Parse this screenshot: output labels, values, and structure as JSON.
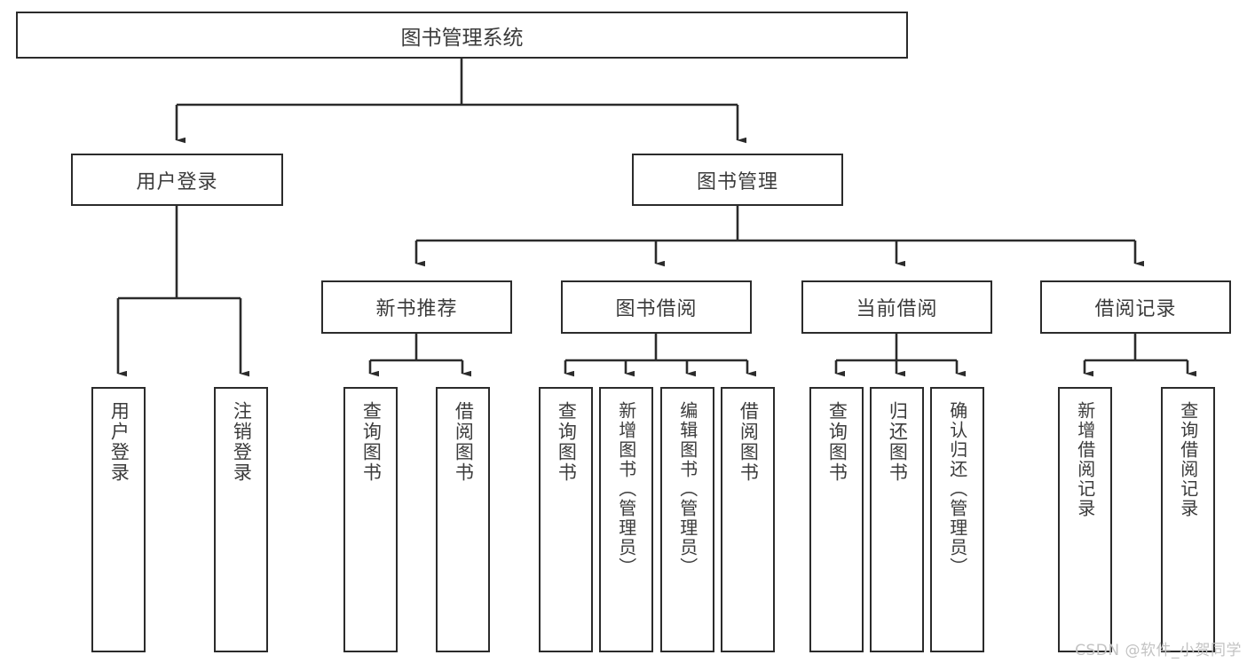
{
  "diagram": {
    "title": "图书管理系统",
    "type": "tree-hierarchy-diagram",
    "root": {
      "label": "图书管理系统"
    },
    "level1": [
      {
        "label": "用户登录"
      },
      {
        "label": "图书管理"
      }
    ],
    "level2": [
      {
        "label": "新书推荐"
      },
      {
        "label": "图书借阅"
      },
      {
        "label": "当前借阅"
      },
      {
        "label": "借阅记录"
      }
    ],
    "leaves": {
      "user_login": [
        {
          "label": "用户登录"
        },
        {
          "label": "注销登录"
        }
      ],
      "new_book_recommend": [
        {
          "label": "查询图书"
        },
        {
          "label": "借阅图书"
        }
      ],
      "book_borrow": [
        {
          "label": "查询图书"
        },
        {
          "label": "新增图书（管理员）"
        },
        {
          "label": "编辑图书（管理员）"
        },
        {
          "label": "借阅图书"
        }
      ],
      "current_borrow": [
        {
          "label": "查询图书"
        },
        {
          "label": "归还图书"
        },
        {
          "label": "确认归还（管理员）"
        }
      ],
      "borrow_records": [
        {
          "label": "新增借阅记录"
        },
        {
          "label": "查询借阅记录"
        }
      ]
    }
  },
  "watermark": {
    "text": "CSDN @软件_小贺同学"
  },
  "colors": {
    "border": "#2b2b2b",
    "text": "#3b3b3b",
    "background": "#ffffff",
    "watermark": "#c3c3c3"
  }
}
